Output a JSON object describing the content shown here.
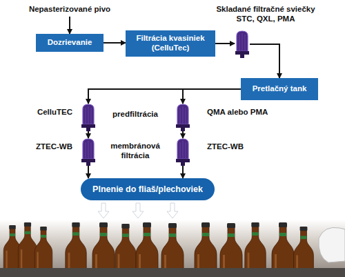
{
  "diagram": {
    "nodes": [
      {
        "text": [
          "Dozrievanie"
        ]
      },
      {
        "text": [
          "Filtrácia kvasiniek (CelluTec)"
        ]
      },
      {
        "text": [
          "Skladané filtračné sviečky",
          "STC, QXL, PMA"
        ]
      },
      {
        "text": [
          "Pretlačný tank"
        ]
      },
      {
        "text": [
          "CelluTEC"
        ]
      },
      {
        "text": [
          "QMA alebo PMA"
        ]
      },
      {
        "text": [
          "ZTEC-WB"
        ]
      },
      {
        "text": [
          "ZTEC-WB"
        ]
      },
      {
        "text": [
          "Plnenie do fliaš/plechoviek"
        ]
      }
    ],
    "edges": [
      {
        "from": 0,
        "to": 1,
        "arrow": "to"
      },
      {
        "from": 1,
        "to": 2,
        "arrow": "to"
      },
      {
        "from": 2,
        "to": 3,
        "arrow": "to"
      },
      {
        "from": 3,
        "to": 4,
        "arrow": "to"
      },
      {
        "from": 3,
        "to": 5,
        "arrow": "to"
      },
      {
        "from": 4,
        "to": 6,
        "arrow": "to"
      },
      {
        "from": 5,
        "to": 7,
        "arrow": "to"
      },
      {
        "from": 6,
        "to": 8,
        "arrow": "to"
      },
      {
        "from": 7,
        "to": 8,
        "arrow": "to"
      }
    ],
    "labels": [
      "Nepasterizované pivo",
      "predfiltrácia",
      "membránová filtrácia"
    ]
  }
}
